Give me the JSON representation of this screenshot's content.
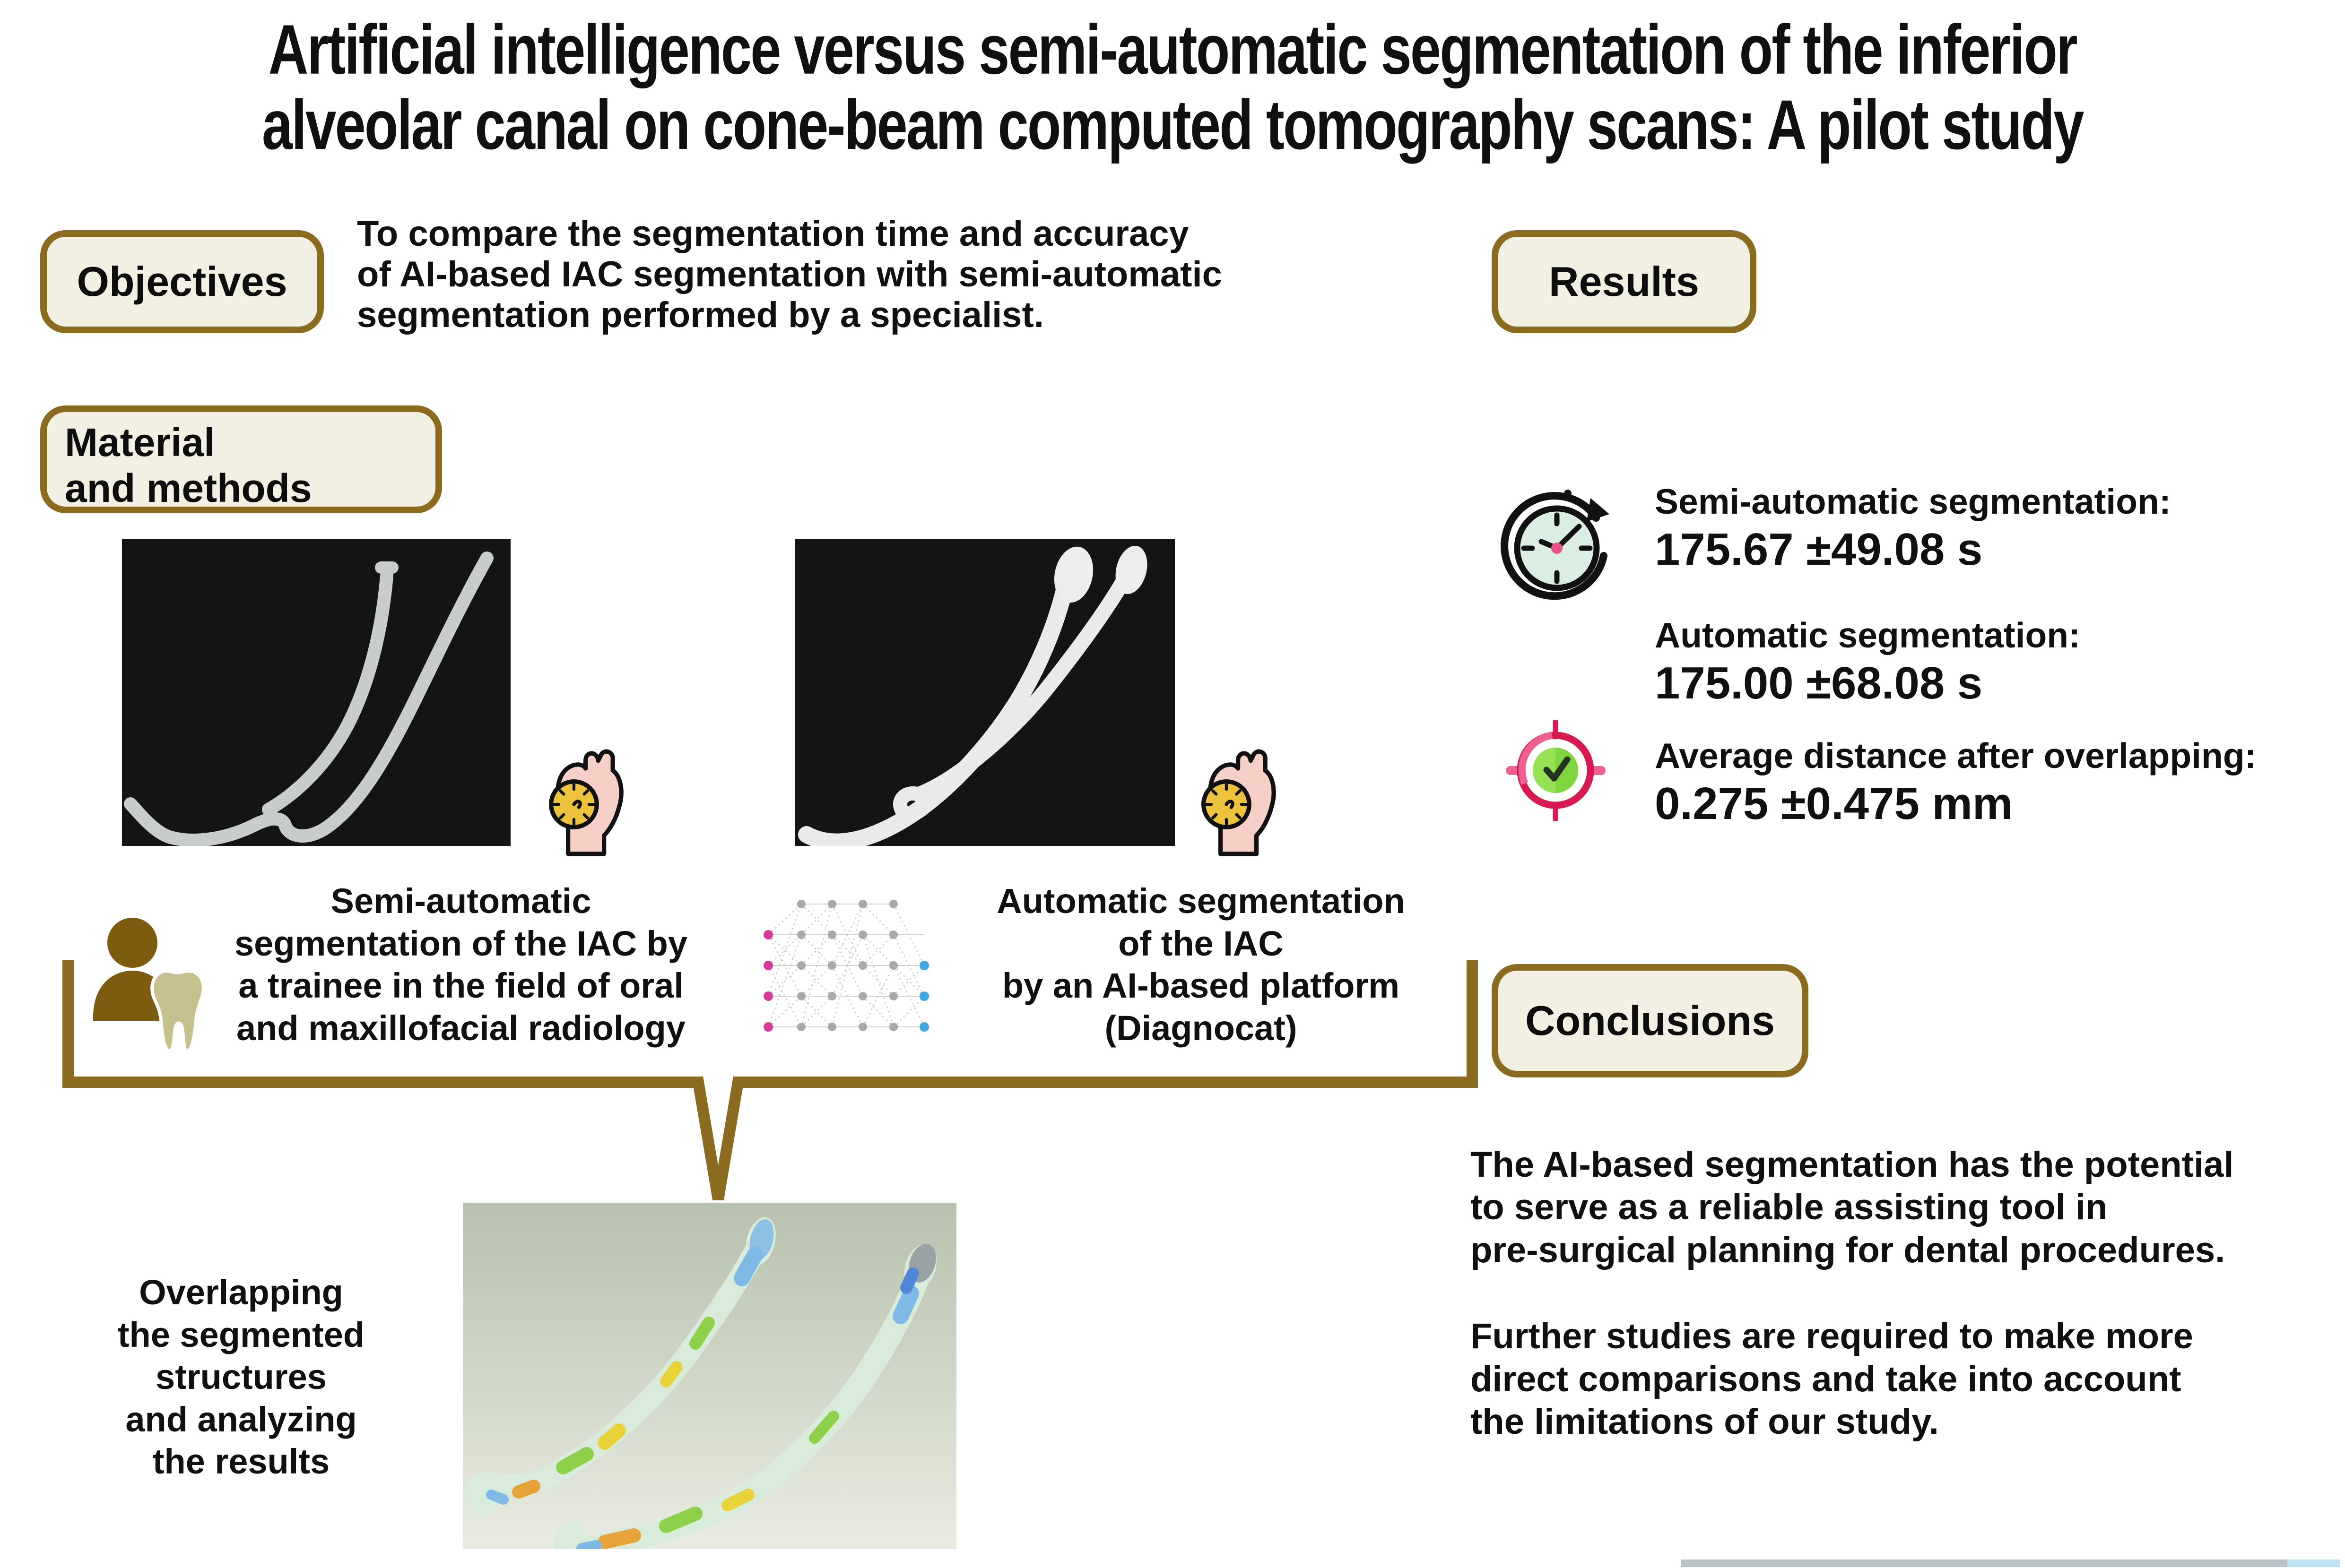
{
  "title": {
    "line1": "Artificial intelligence versus semi-automatic segmentation of the inferior",
    "line2": "alveolar canal on cone-beam computed tomography scans: A pilot study"
  },
  "objectives": {
    "label": "Objectives",
    "lines": [
      "To compare the segmentation time and accuracy",
      "of AI-based IAC segmentation with semi-automatic",
      "segmentation performed by a specialist."
    ]
  },
  "material": {
    "line1": "Material",
    "line2": "and methods"
  },
  "methods": {
    "semi_label_lines": [
      "Semi-automatic",
      "segmentation of the IAC by",
      "a trainee in the field of oral",
      "and maxillofacial radiology"
    ],
    "auto_label_lines": [
      "Automatic segmentation",
      "of the IAC",
      "by an AI-based platform",
      "(Diagnocat)"
    ],
    "overlap_label_lines": [
      "Overlapping",
      "the segmented",
      "structures",
      "and analyzing",
      "the results"
    ]
  },
  "results": {
    "label": "Results",
    "items": [
      {
        "icon": "clock-icon",
        "heading": "Semi-automatic segmentation:",
        "value": "175.67 ±49.08 s"
      },
      {
        "icon": "none",
        "heading": "Automatic segmentation:",
        "value": "175.00 ±68.08 s"
      },
      {
        "icon": "target-check-icon",
        "heading": "Average distance after overlapping:",
        "value": "0.275 ±0.475 mm"
      }
    ]
  },
  "conclusions": {
    "label": "Conclusions",
    "para1": [
      "The AI-based segmentation has the potential",
      "to serve as a reliable assisting tool in",
      "pre-surgical planning for dental procedures."
    ],
    "para2": [
      "Further studies are required to make more",
      "direct comparisons and take into account",
      "the limitations of our study."
    ]
  },
  "colors": {
    "accent_brown": "#8a6b1f",
    "box_bg": "#f2efe3",
    "clock_face": "#daeee4",
    "clock_center_pink": "#e8538a",
    "watch_yellow": "#edc23c",
    "hand_skin": "#f6cfc6",
    "target_crimson": "#d61a52",
    "target_pink": "#ef5f90",
    "target_green": "#95e254",
    "node_magenta": "#d63a9a",
    "node_blue": "#3fa8e0",
    "node_gray": "#a9a9a9",
    "person_brown": "#7d5c10",
    "tooth_khaki": "#c6c08d"
  }
}
